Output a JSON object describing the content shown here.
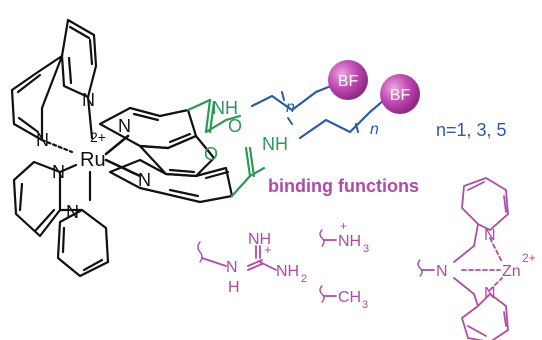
{
  "colors": {
    "black": "#111111",
    "green": "#2a9a55",
    "blue": "#2e5aa8",
    "magenta": "#b04aa8",
    "sphere": "#c24ab5"
  },
  "atoms": {
    "n_tl": "N",
    "n_left": "N",
    "n_center": "N",
    "n_bl": "N",
    "n_bottom": "N",
    "n_terpy_top": "N",
    "n_terpy_bot": "N",
    "charge": "2+",
    "metal": "Ru"
  },
  "linker": {
    "nh_top": "NH",
    "nh_bot": "NH",
    "o_top": "O",
    "o_bot": "O",
    "n_sub_1": "n",
    "n_sub_2": "n"
  },
  "spheres": {
    "bf1": "BF",
    "bf2": "BF"
  },
  "n_values": "n=1, 3, 5",
  "binding": {
    "title": "binding functions",
    "guanidine": {
      "nh_top": "NH",
      "n_left": "N",
      "h_left": "H",
      "nh2": "NH",
      "sub2": "2",
      "plus": "+"
    },
    "ammonium": {
      "label": "NH",
      "sub": "3",
      "plus": "+"
    },
    "methyl": {
      "label": "CH",
      "sub": "3"
    },
    "zinc": {
      "n_amine": "N",
      "n_py_top": "N",
      "n_py_bot": "N",
      "metal": "Zn",
      "charge": "2+"
    }
  }
}
